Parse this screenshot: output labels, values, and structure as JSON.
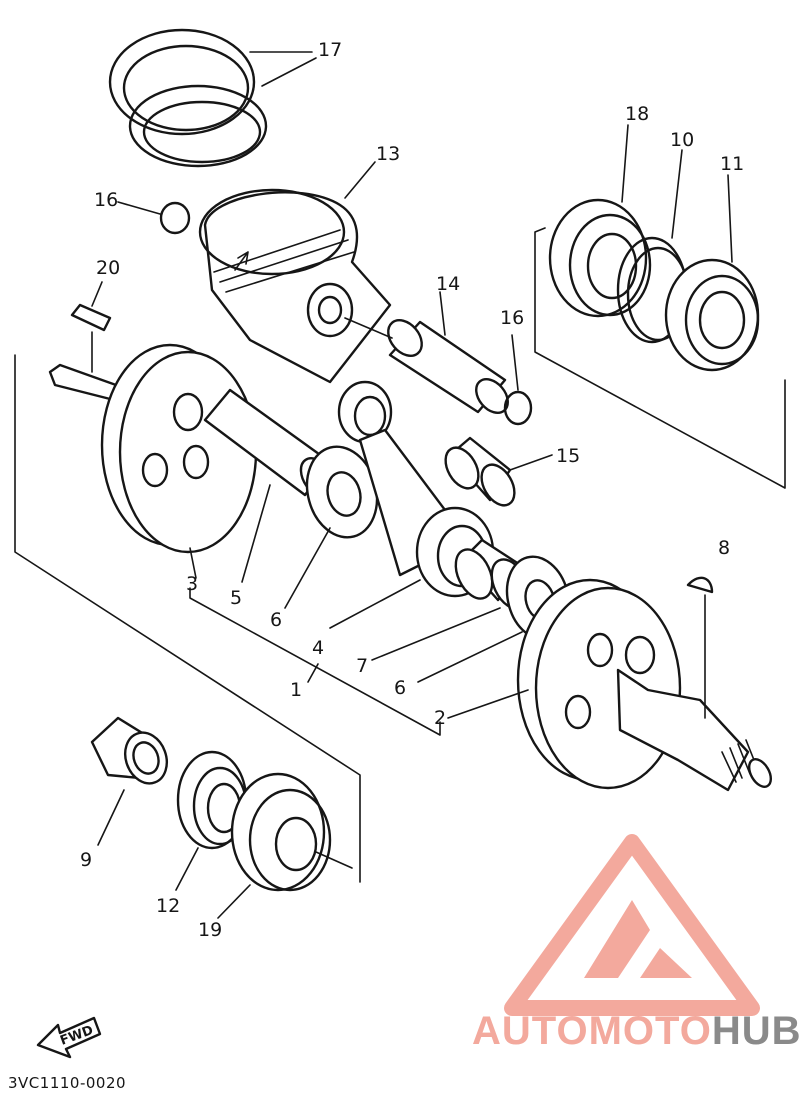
{
  "parts": {
    "p1": "1",
    "p2": "2",
    "p3": "3",
    "p4": "4",
    "p5": "5",
    "p6a": "6",
    "p6b": "6",
    "p7": "7",
    "p8": "8",
    "p9": "9",
    "p10": "10",
    "p11": "11",
    "p12": "12",
    "p13": "13",
    "p14": "14",
    "p15": "15",
    "p16a": "16",
    "p16b": "16",
    "p17": "17",
    "p18": "18",
    "p19": "19",
    "p20": "20"
  },
  "diagram_code": "3VC1110-0020",
  "fwd_label": "FWD",
  "watermark": {
    "part1": "AUTOMOTO",
    "part2": "HUB",
    "color_primary": "#f3a99d",
    "color_accent": "#f7c8a8",
    "color_dark": "#8a8a8a"
  }
}
